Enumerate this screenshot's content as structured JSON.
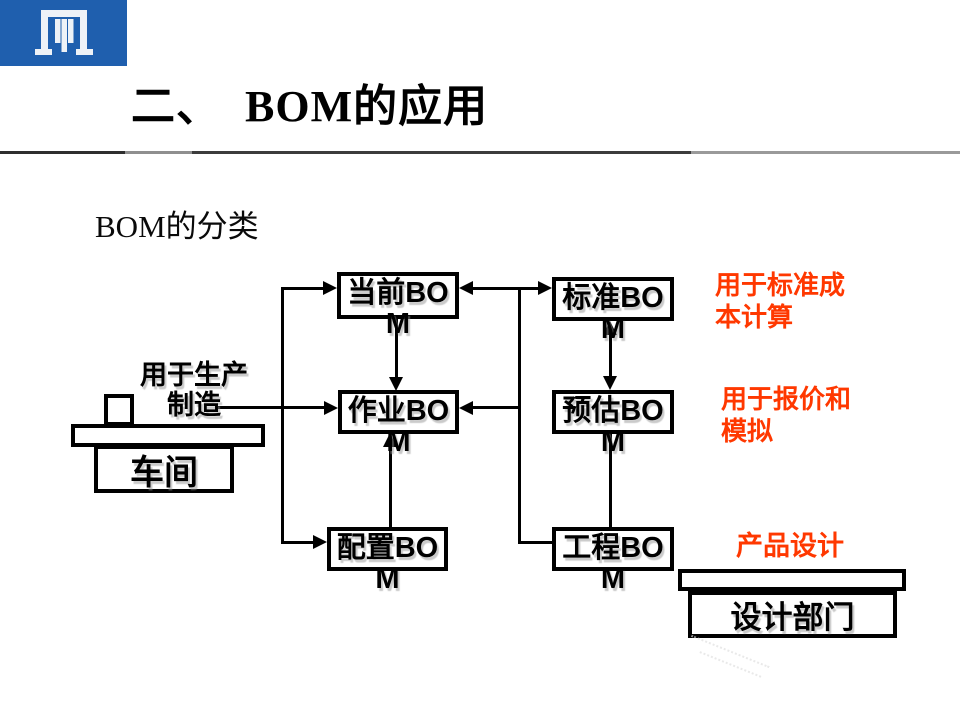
{
  "slide": {
    "title": "二、  BOM的应用",
    "subtitle": "BOM的分类"
  },
  "diagram": {
    "boxes": [
      {
        "id": "current-bom",
        "label": "当前BOM"
      },
      {
        "id": "standard-bom",
        "label": "标准BOM"
      },
      {
        "id": "operation-bom",
        "label": "作业BOM"
      },
      {
        "id": "estimated-bom",
        "label": "预估BOM"
      },
      {
        "id": "configured-bom",
        "label": "配置BOM"
      },
      {
        "id": "engineering-bom",
        "label": "工程BOM"
      }
    ],
    "entities": {
      "workshop": "车间",
      "design_department": "设计部门"
    },
    "annotations": {
      "production": "用于生产\n制造",
      "standard_cost": "用于标准成\n本计算",
      "quotation": "用于报价和\n模拟",
      "product_design": "产品设计"
    }
  },
  "colors": {
    "logo_blue": "#1f5fae",
    "annotation_red": "#ff3800",
    "diagram_black": "#000000"
  },
  "icons": {
    "logo": "building-columns-logo"
  }
}
